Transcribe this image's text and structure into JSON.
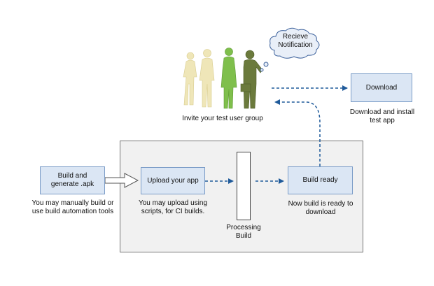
{
  "people": {
    "caption": "Invite your test user group",
    "notification": "Recieve\nNotification"
  },
  "download": {
    "label": "Download",
    "caption": "Download and install\ntest app"
  },
  "build_generate": {
    "label": "Build and\ngenerate .apk",
    "caption": "You may manually build or\nuse build automation tools"
  },
  "upload": {
    "label": "Upload your app",
    "caption": "You may upload using\nscripts, for CI builds."
  },
  "processing": {
    "caption": "Processing\nBuild"
  },
  "build_ready": {
    "label": "Build ready",
    "caption": "Now build is ready to\ndownload"
  },
  "colors": {
    "box_fill": "#dbe6f4",
    "box_border": "#7b9cc7",
    "arrow": "#1f5a9a",
    "panel": "#f1f1f1",
    "person_pale": "#efe6b8",
    "person_green": "#7fbf4c",
    "person_olive": "#6b7a3c"
  }
}
